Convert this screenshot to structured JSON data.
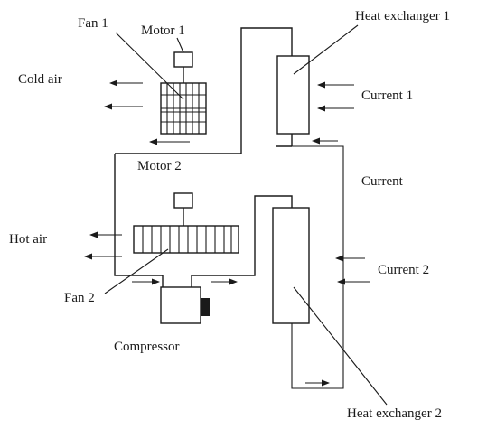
{
  "labels": {
    "fan1": "Fan 1",
    "motor1": "Motor 1",
    "cold_air": "Cold air",
    "heat_exchanger_1": "Heat exchanger 1",
    "current_1": "Current 1",
    "motor2": "Motor 2",
    "current": "Current",
    "hot_air": "Hot air",
    "current_2": "Current 2",
    "fan2": "Fan 2",
    "compressor": "Compressor",
    "heat_exchanger_2": "Heat exchanger 2"
  },
  "colors": {
    "ink": "#1a1a1a",
    "background": "#ffffff"
  }
}
